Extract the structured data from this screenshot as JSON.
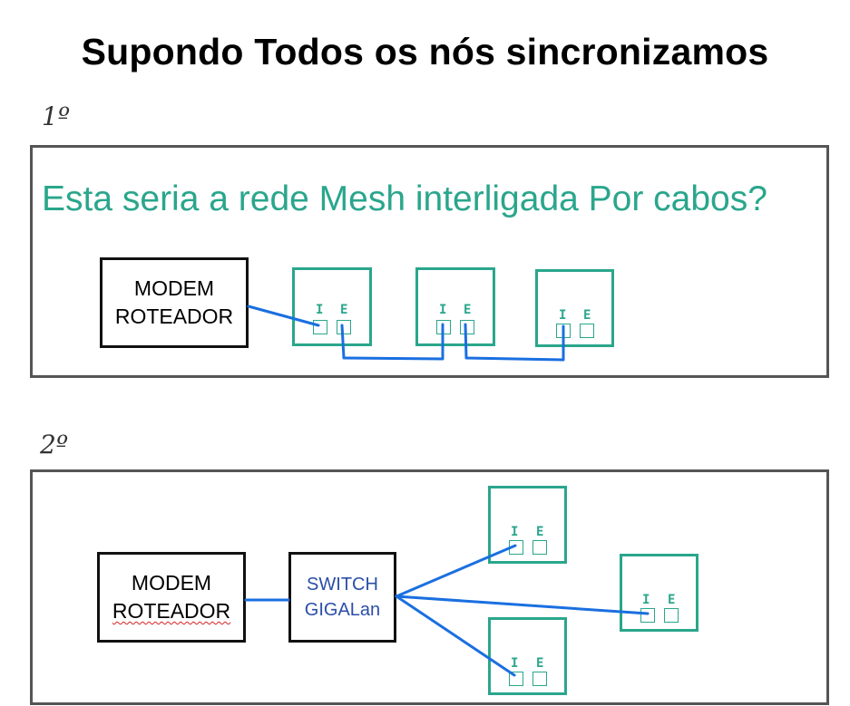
{
  "title": "Supondo Todos os nós sincronizamos",
  "step1": {
    "label": "1º",
    "question": "Esta seria a rede Mesh interligada Por cabos?",
    "modem": {
      "line1": "MODEM",
      "line2": "ROTEADOR"
    },
    "nodes": [
      {
        "port_i": "I",
        "port_e": "E"
      },
      {
        "port_i": "I",
        "port_e": "E"
      },
      {
        "port_i": "I",
        "port_e": "E"
      }
    ]
  },
  "step2": {
    "label": "2º",
    "modem": {
      "line1": "MODEM",
      "line2": "ROTEADOR"
    },
    "switch": {
      "line1": "SWITCH",
      "line2": "GIGALan"
    },
    "nodes": [
      {
        "port_i": "I",
        "port_e": "E"
      },
      {
        "port_i": "I",
        "port_e": "E"
      },
      {
        "port_i": "I",
        "port_e": "E"
      }
    ]
  },
  "colors": {
    "node_border": "#2aa68c",
    "cable": "#1a6fe0",
    "question_text": "#2aa68c",
    "switch_text": "#2b4ea8"
  }
}
